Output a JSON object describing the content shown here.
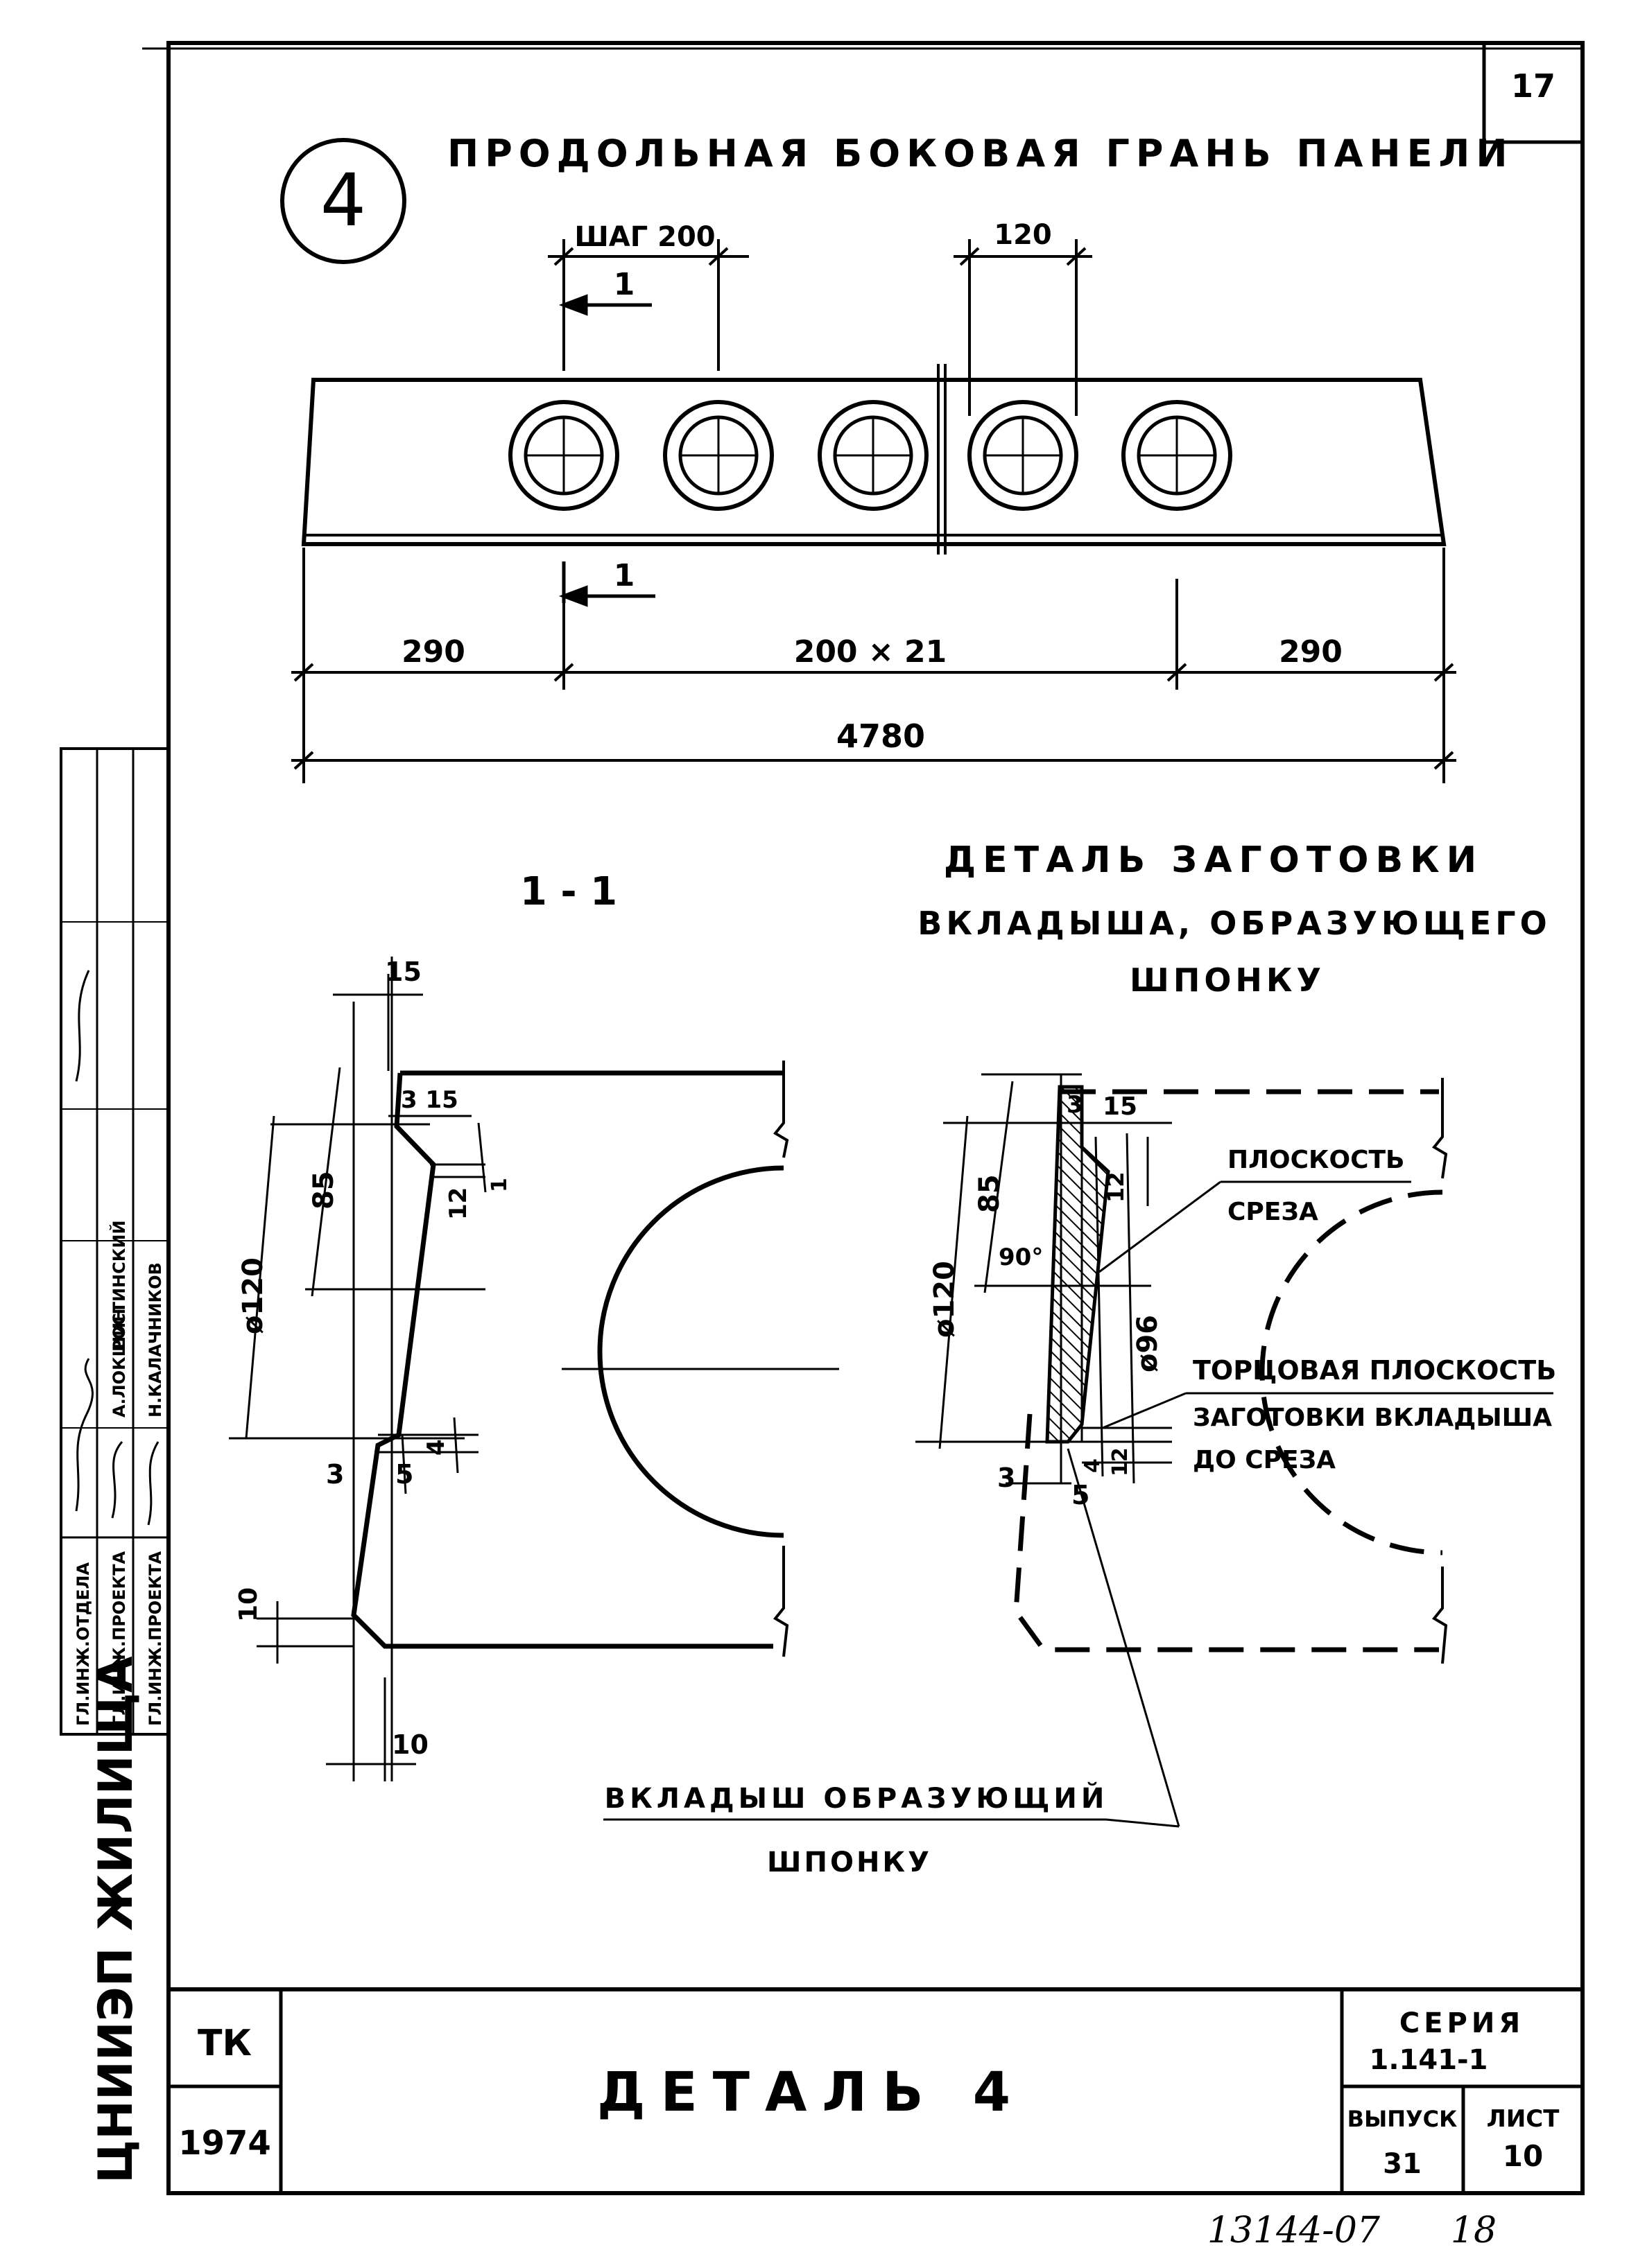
{
  "sheet_number": "17",
  "title_block": {
    "tk": "ТК",
    "year": "1974",
    "title": "ДЕТАЛЬ 4",
    "series_label": "СЕРИЯ",
    "series": "1.141-1",
    "issue_label": "ВЫПУСК",
    "issue": "31",
    "sheet_label": "ЛИСТ",
    "sheet": "10",
    "archive": "13144-07",
    "archive_page": "18"
  },
  "side_stamp": {
    "institute": "ЦНИИЭП ЖИЛИЩА",
    "roles": [
      "ГЛ.ИНЖ.ОТДЕЛА",
      "ГЛ.ИНЖ.ПРОЕКТА",
      "ГЛ.ИНЖ.ПРОЕКТА"
    ],
    "names": [
      "",
      "А.ЛОКШИН",
      "Н.КАЛАЧНИКОВ"
    ],
    "top_name": "РОСТИНСКИЙ"
  },
  "view4": {
    "marker": "4",
    "title": "ПРОДОЛЬНАЯ БОКОВАЯ ГРАНЬ ПАНЕЛИ",
    "step_label": "ШАГ 200",
    "dim_120": "120",
    "section_mark": "1",
    "dim_290_left": "290",
    "dim_center": "200 × 21",
    "dim_290_right": "290",
    "dim_total": "4780"
  },
  "section": {
    "label": "1 - 1",
    "d15": "15",
    "d3_15": "3 15",
    "d85": "85",
    "d12": "12",
    "d1": "1",
    "dia120": "ø120",
    "d4": "4",
    "d3": "3",
    "d5": "5",
    "d10a": "10",
    "d10b": "10",
    "insert_label_1": "ВКЛАДЫШ ОБРАЗУЮЩИЙ",
    "insert_label_2": "ШПОНКУ"
  },
  "detail": {
    "title_1": "ДЕТАЛЬ ЗАГОТОВКИ",
    "title_2": "ВКЛАДЫША, ОБРАЗУЮЩЕГО",
    "title_3": "ШПОНКУ",
    "d3": "3",
    "d15": "15",
    "d85": "85",
    "d12a": "12",
    "d12b": "12",
    "angle": "90°",
    "dia120": "ø120",
    "dia96": "ø96",
    "d4": "4",
    "d3b": "3",
    "d5": "5",
    "cut_plane_1": "ПЛОСКОСТЬ",
    "cut_plane_2": "СРЕЗА",
    "end_plane_1": "ТОРЦОВАЯ ПЛОСКОСТЬ",
    "end_plane_2": "ЗАГОТОВКИ ВКЛАДЫША",
    "end_plane_3": "ДО СРЕЗА"
  }
}
